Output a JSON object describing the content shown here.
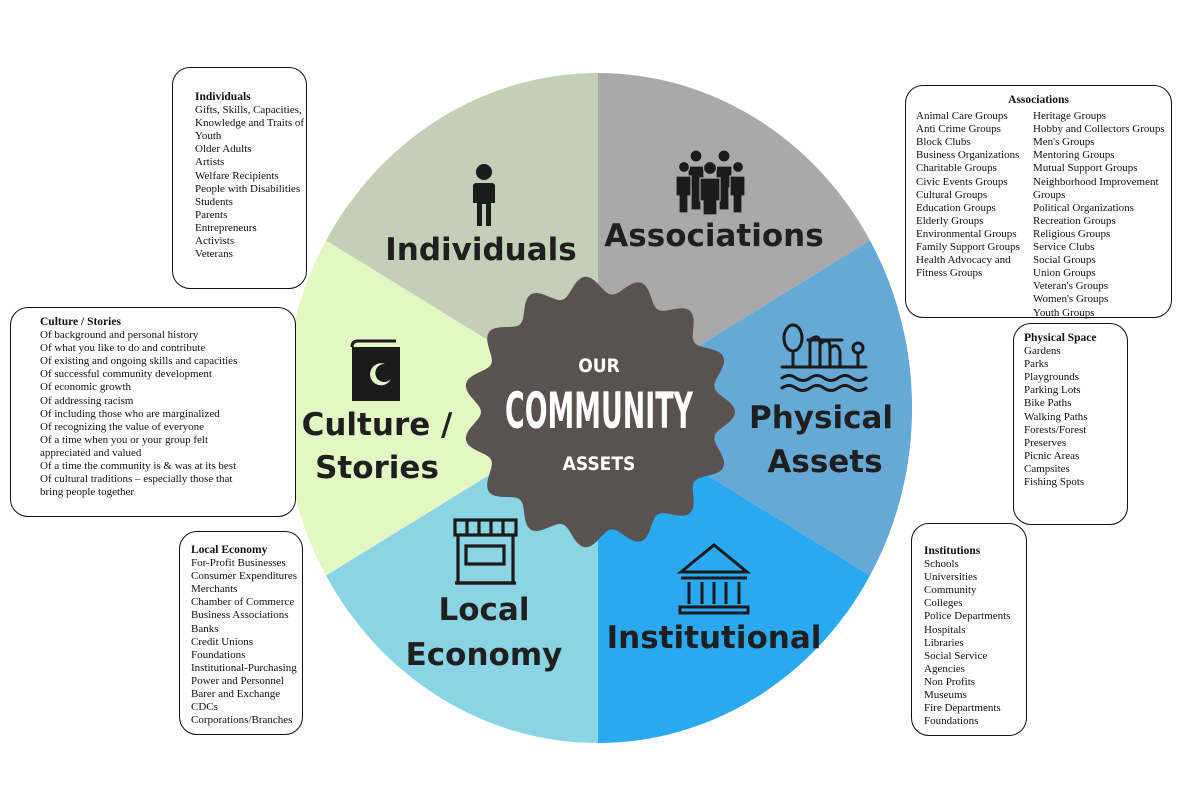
{
  "center": {
    "top": "OUR",
    "main": "COMMUNITY",
    "bottom": "ASSETS"
  },
  "colors": {
    "individuals": "#c4cfb7",
    "associations": "#a9a9a9",
    "physical": "#66a9d5",
    "institutional": "#2aa9f1",
    "economy": "#8ad4e4",
    "culture": "#e2f7c4",
    "center": "#595250",
    "icon": "#1b1b1b"
  },
  "segments": {
    "individuals": {
      "label": "Individuals",
      "icon": "person-icon"
    },
    "associations": {
      "label": "Associations",
      "icon": "group-icon"
    },
    "physical": {
      "line1": "Physical",
      "line2": "Assets",
      "icon": "park-icon"
    },
    "institutional": {
      "label": "Institutional",
      "icon": "building-columns-icon"
    },
    "economy": {
      "line1": "Local",
      "line2": "Economy",
      "icon": "storefront-icon"
    },
    "culture": {
      "line1": "Culture /",
      "line2": "Stories",
      "icon": "book-icon"
    }
  },
  "boxes": {
    "individuals": {
      "title": "Individuals",
      "items": [
        "Gifts, Skills, Capacities,",
        "Knowledge and Traits of",
        "Youth",
        "Older Adults",
        "Artists",
        "Welfare Recipients",
        "People with Disabilities",
        "Students",
        "Parents",
        "Entrepreneurs",
        "Activists",
        "Veterans"
      ]
    },
    "culture": {
      "title": "Culture / Stories",
      "items": [
        "Of background and personal history",
        "Of what you like to do and contribute",
        "Of existing and ongoing skills and capacities",
        "Of successful community development",
        "Of economic growth",
        "Of addressing racism",
        "Of including those who are marginalized",
        "Of recognizing the value of everyone",
        "Of a time when you or your group felt",
        "appreciated and valued",
        "Of a time the community is & was at its best",
        "Of cultural traditions – especially those that",
        "bring people together"
      ]
    },
    "economy": {
      "title": "Local Economy",
      "items": [
        "For-Profit Businesses",
        "Consumer Expenditures",
        "Merchants",
        "Chamber of Commerce",
        "Business Associations",
        "Banks",
        "Credit Unions",
        "Foundations",
        "Institutional-Purchasing",
        "Power and Personnel",
        "Barer and Exchange",
        "CDCs",
        "Corporations/Branches"
      ]
    },
    "associations": {
      "title": "Associations",
      "col1": [
        "Animal Care Groups",
        "Anti Crime Groups",
        "Block Clubs",
        "Business Organizations",
        "Charitable Groups",
        "Civic Events Groups",
        "Cultural Groups",
        "Education Groups",
        "Elderly Groups",
        "Environmental Groups",
        "Family Support Groups",
        "Health Advocacy and",
        "Fitness Groups"
      ],
      "col2": [
        "Heritage Groups",
        "Hobby and Collectors Groups",
        "Men's Groups",
        "Mentoring Groups",
        "Mutual Support Groups",
        "Neighborhood Improvement",
        "Groups",
        "Political Organizations",
        "Recreation Groups",
        "Religious Groups",
        "Service Clubs",
        "Social Groups",
        "Union Groups",
        "Veteran's Groups",
        "Women's Groups",
        "Youth Groups"
      ]
    },
    "physical": {
      "title": "Physical Space",
      "items": [
        "Gardens",
        "Parks",
        "Playgrounds",
        "Parking Lots",
        "Bike Paths",
        "Walking Paths",
        "Forests/Forest",
        "Preserves",
        "Picnic Areas",
        "Campsites",
        "Fishing Spots"
      ]
    },
    "institutions": {
      "title": "Institutions",
      "items": [
        "Schools",
        "Universities",
        "Community",
        "Colleges",
        "Police Departments",
        "Hospitals",
        "Libraries",
        "Social Service",
        "Agencies",
        "Non Profits",
        "Museums",
        "Fire Departments",
        "Foundations"
      ]
    }
  }
}
